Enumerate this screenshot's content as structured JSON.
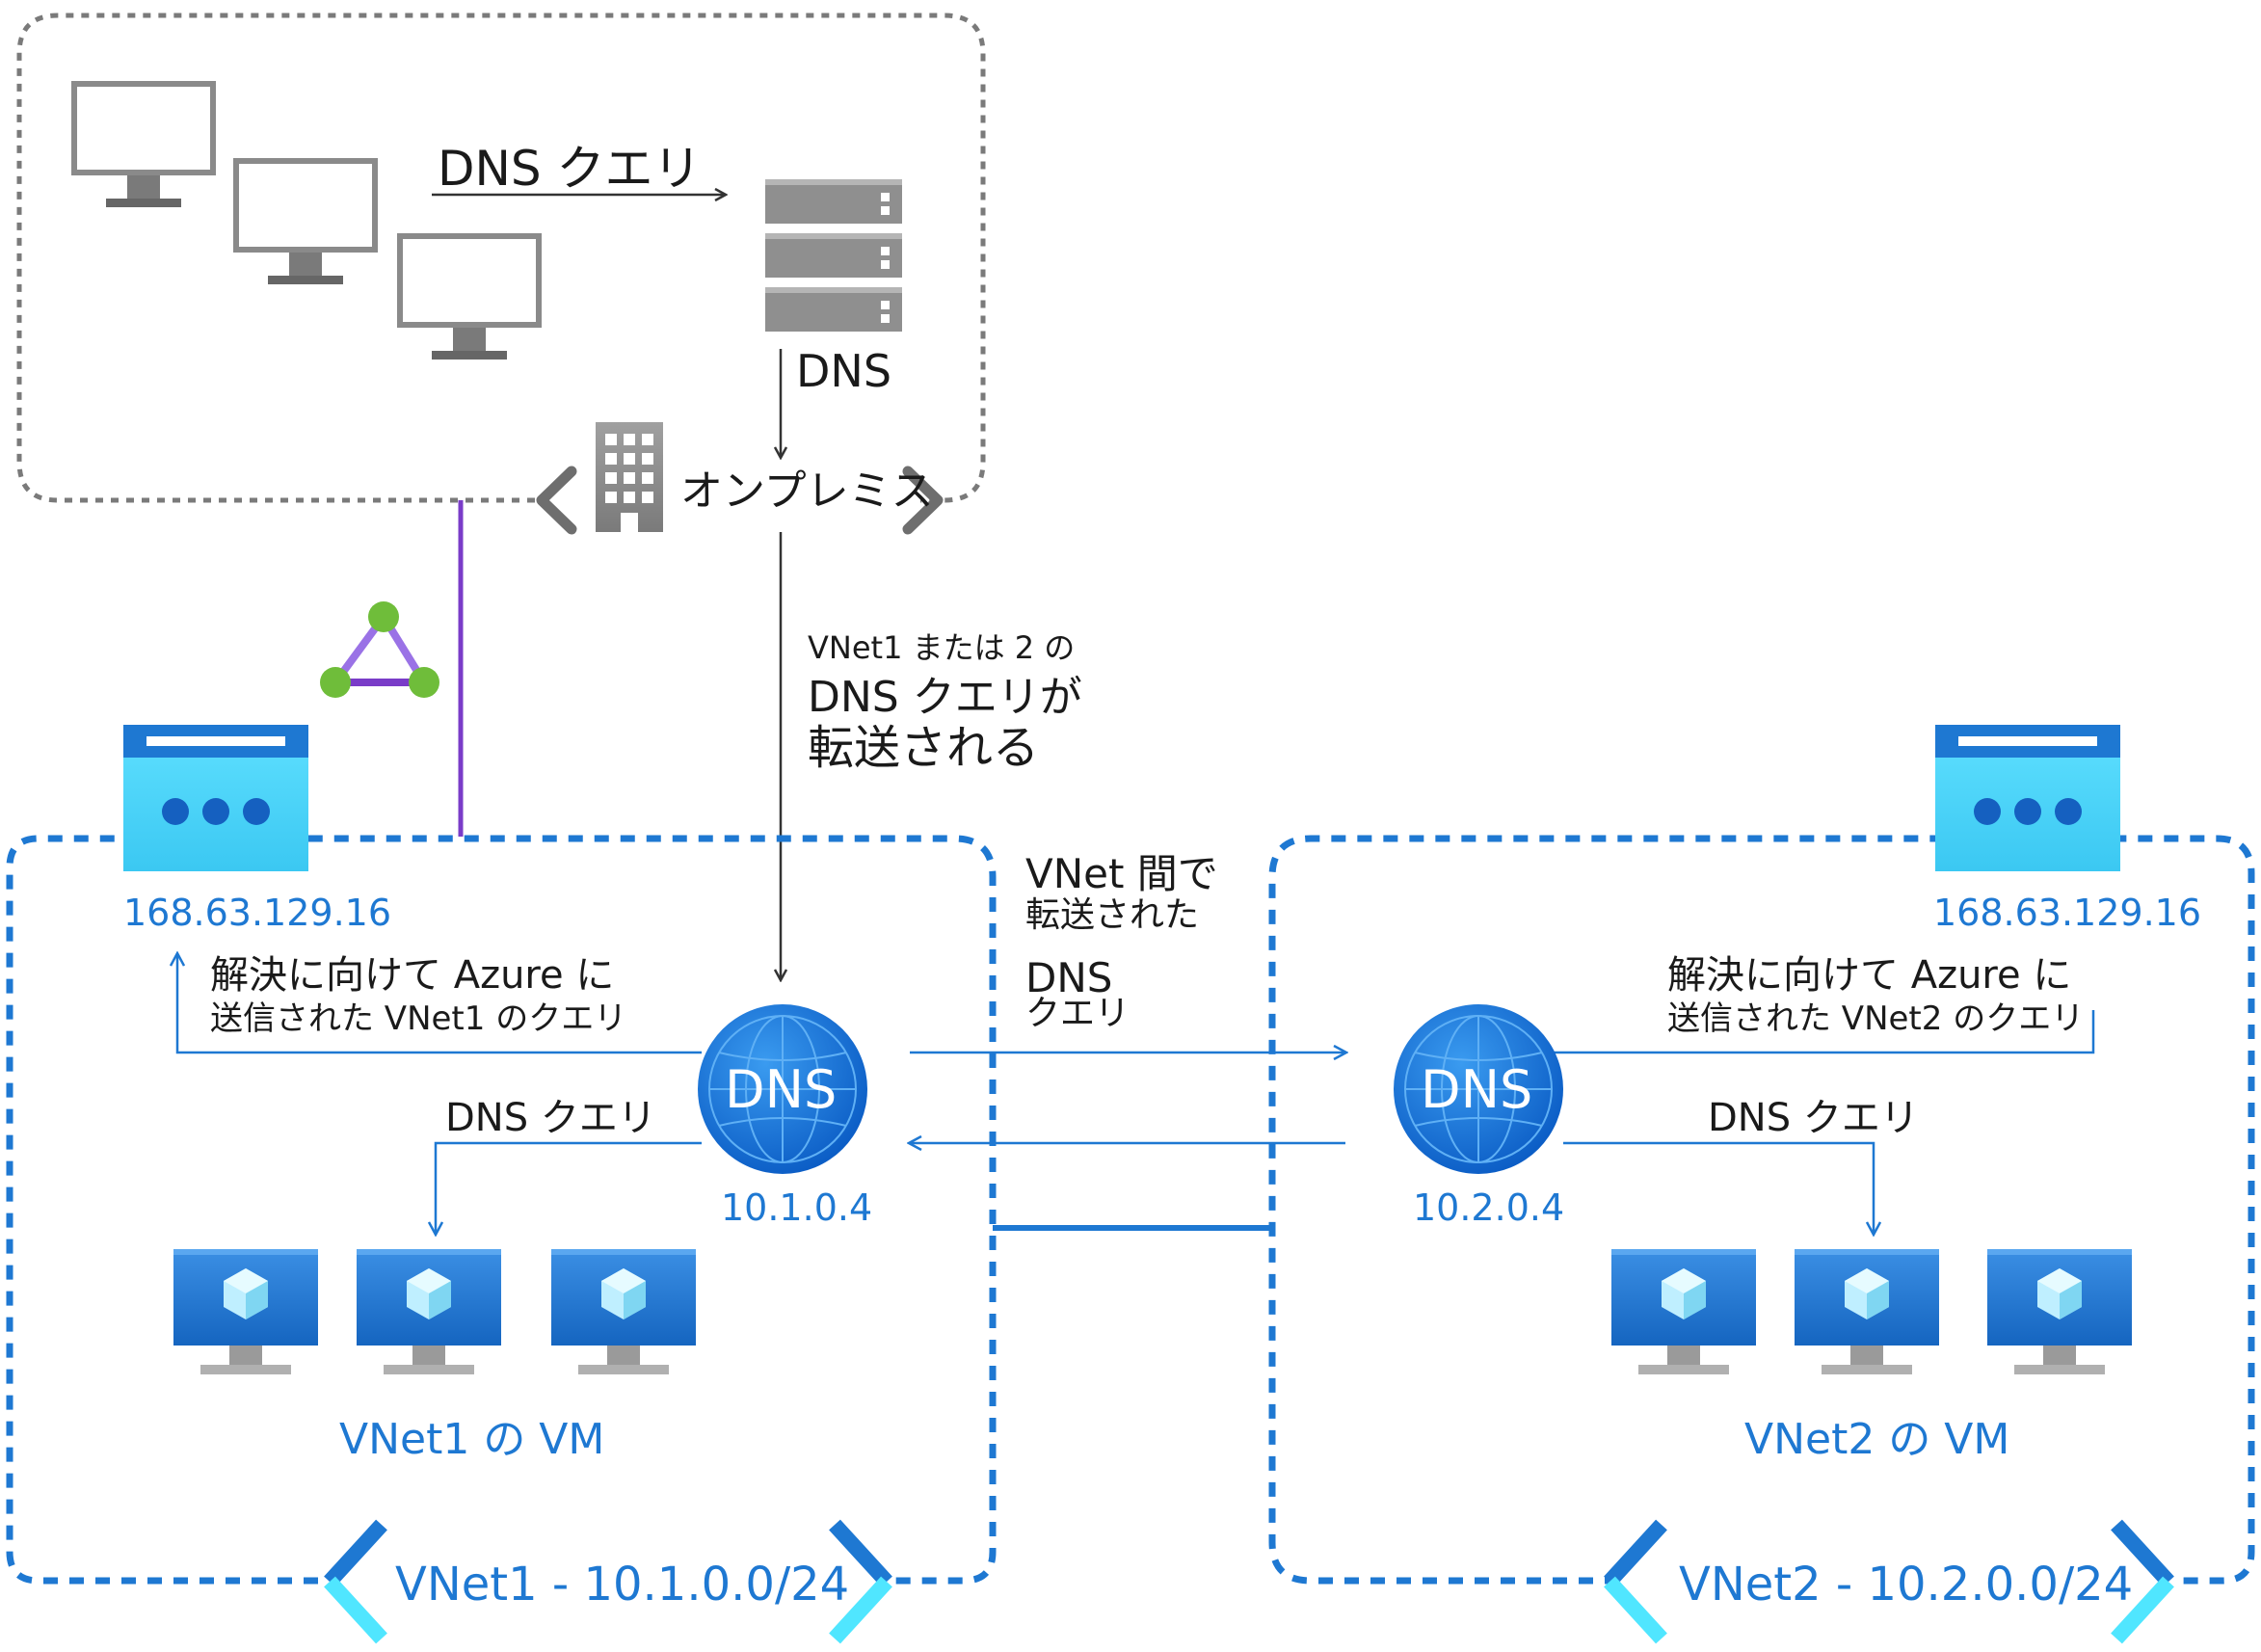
{
  "onprem": {
    "query_label": "DNS クエリ",
    "dns_server_label": "DNS",
    "site_label": "オンプレミス"
  },
  "forwarded": {
    "line1": "VNet1 または 2 の",
    "line2": "DNS クエリが",
    "line3": "転送される"
  },
  "between": {
    "line1": "VNet 間で",
    "line2": "転送された",
    "line3": "DNS",
    "line4": "クエリ"
  },
  "vnet1": {
    "azure_dns_ip": "168.63.129.16",
    "resolve_line1": "解決に向けて Azure に",
    "resolve_line2": "送信された VNet1 のクエリ",
    "dns_badge": "DNS",
    "dns_ip": "10.1.0.4",
    "query_label": "DNS クエリ",
    "vms_label": "VNet1 の VM",
    "name": "VNet1 - 10.1.0.0/24"
  },
  "vnet2": {
    "azure_dns_ip": "168.63.129.16",
    "resolve_line1": "解決に向けて Azure に",
    "resolve_line2": "送信された VNet2 のクエリ",
    "dns_badge": "DNS",
    "dns_ip": "10.2.0.4",
    "query_label": "DNS クエリ",
    "vms_label": "VNet2 の VM",
    "name": "VNet2 - 10.2.0.0/24"
  },
  "colors": {
    "azure_blue": "#1e78d2",
    "dashed_border_gray": "#7a7a7a",
    "vpn_purple": "#7a3cc8",
    "chevron_light": "#50e6ff"
  }
}
